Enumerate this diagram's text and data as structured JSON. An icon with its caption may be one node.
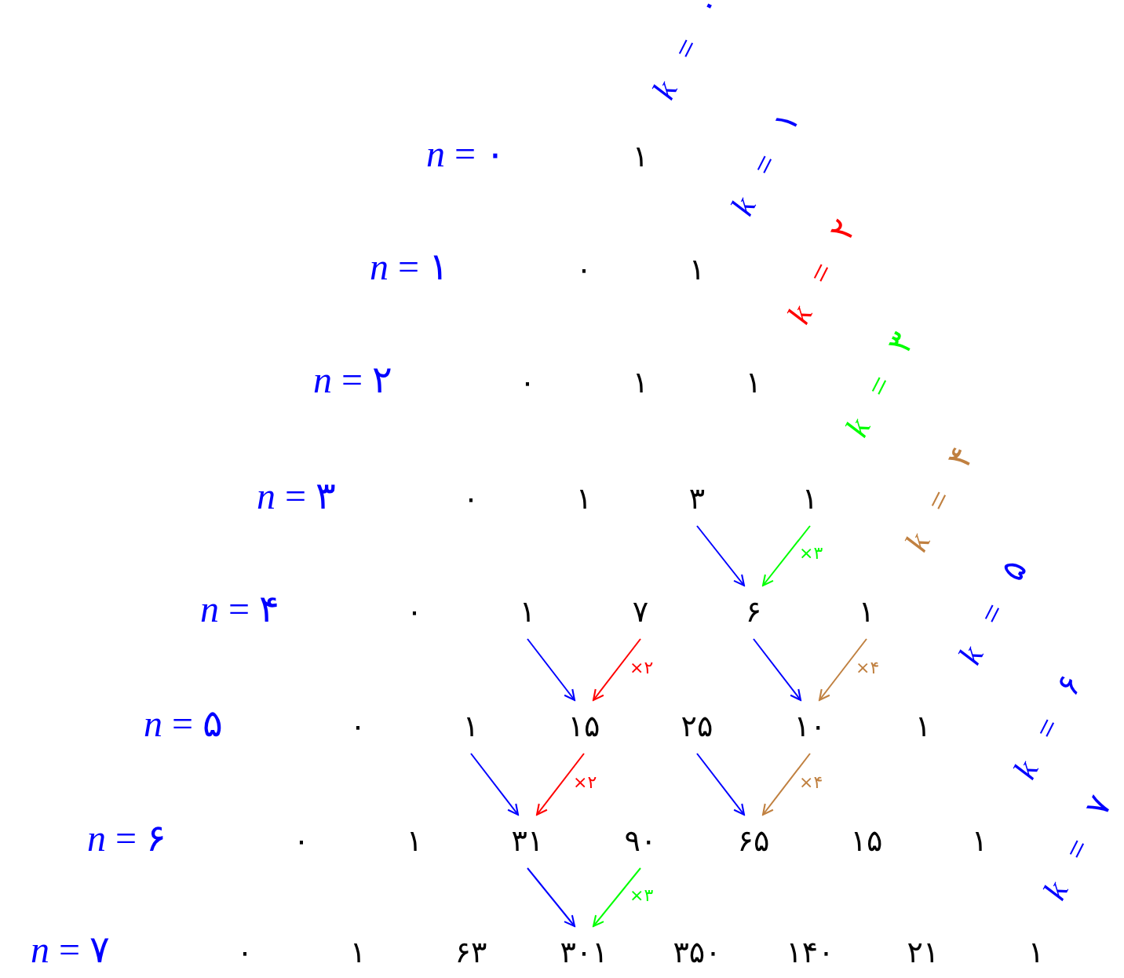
{
  "diagram": {
    "nodes": [
      {
        "text": [
          "۱"
        ]
      },
      {
        "text": [
          "۰"
        ]
      },
      {
        "text": [
          "۱"
        ]
      },
      {
        "text": [
          "۰"
        ]
      },
      {
        "text": [
          "۱"
        ]
      },
      {
        "text": [
          "۱"
        ]
      },
      {
        "text": [
          "۰"
        ]
      },
      {
        "text": [
          "۱"
        ]
      },
      {
        "text": [
          "۳"
        ]
      },
      {
        "text": [
          "۱"
        ]
      },
      {
        "text": [
          "۰"
        ]
      },
      {
        "text": [
          "۱"
        ]
      },
      {
        "text": [
          "۷"
        ]
      },
      {
        "text": [
          "۶"
        ]
      },
      {
        "text": [
          "۱"
        ]
      },
      {
        "text": [
          "۰"
        ]
      },
      {
        "text": [
          "۱"
        ]
      },
      {
        "text": [
          "۱۵"
        ]
      },
      {
        "text": [
          "۲۵"
        ]
      },
      {
        "text": [
          "۱۰"
        ]
      },
      {
        "text": [
          "۱"
        ]
      },
      {
        "text": [
          "۰"
        ]
      },
      {
        "text": [
          "۱"
        ]
      },
      {
        "text": [
          "۳۱"
        ]
      },
      {
        "text": [
          "۹۰"
        ]
      },
      {
        "text": [
          "۶۵"
        ]
      },
      {
        "text": [
          "۱۵"
        ]
      },
      {
        "text": [
          "۱"
        ]
      },
      {
        "text": [
          "۰"
        ]
      },
      {
        "text": [
          "۱"
        ]
      },
      {
        "text": [
          "۶۳"
        ]
      },
      {
        "text": [
          "۳۰۱"
        ]
      },
      {
        "text": [
          "۳۵۰"
        ]
      },
      {
        "text": [
          "۱۴۰"
        ]
      },
      {
        "text": [
          "۲۱"
        ]
      },
      {
        "text": [
          "۱"
        ]
      }
    ],
    "edges": [
      {
        "from": 8,
        "to": 13,
        "arrow": "to"
      },
      {
        "from": 9,
        "to": 13,
        "arrow": "to",
        "label": "×۳",
        "color": "#00ff00"
      },
      {
        "from": 11,
        "to": 17,
        "arrow": "to"
      },
      {
        "from": 12,
        "to": 17,
        "arrow": "to",
        "label": "×۲",
        "color": "#ff0000"
      },
      {
        "from": 13,
        "to": 19,
        "arrow": "to"
      },
      {
        "from": 14,
        "to": 19,
        "arrow": "to",
        "label": "×۴",
        "color": "#c08040"
      },
      {
        "from": 16,
        "to": 23,
        "arrow": "to"
      },
      {
        "from": 17,
        "to": 23,
        "arrow": "to",
        "label": "×۲",
        "color": "#ff0000"
      },
      {
        "from": 18,
        "to": 25,
        "arrow": "to"
      },
      {
        "from": 19,
        "to": 25,
        "arrow": "to",
        "label": "×۴",
        "color": "#c08040"
      },
      {
        "from": 23,
        "to": 31,
        "arrow": "to"
      },
      {
        "from": 24,
        "to": 31,
        "arrow": "to",
        "label": "×۳",
        "color": "#00ff00"
      }
    ],
    "labels": [
      "*k* = ۰",
      "*n* = ۰",
      "*k* = ۱",
      "*n* = ۱",
      "*k* = ۲",
      "*n* = ۲",
      "*k* = ۳",
      "*n* = ۳",
      "*k* = ۴",
      "*n* = ۴",
      "*k* = ۵",
      "*n* = ۵",
      "*k* = ۶",
      "*n* = ۶",
      "*k* = ۷",
      "*n* = ۷"
    ]
  }
}
